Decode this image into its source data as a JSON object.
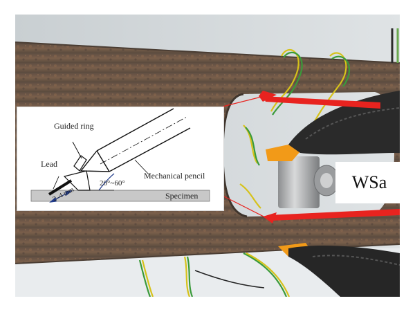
{
  "photo": {
    "description_colors": {
      "beam": "#6b5a4c",
      "rust": "#8a6546",
      "background": "#d3d8da",
      "arrow": "#e8231f",
      "clamp_handle": "#2a2a2a",
      "clamp_jaw": "#f29a18",
      "wire_yellow": "#d6c21a",
      "wire_green": "#3a9a3a"
    }
  },
  "inset": {
    "labels": {
      "guided_ring": "Guided ring",
      "lead": "Lead",
      "mechanical_pencil": "Mechanical pencil",
      "angle": "20°~60°",
      "distance": "2–4 mm",
      "specimen": "Specimen"
    }
  },
  "sensor_label": "WSa"
}
